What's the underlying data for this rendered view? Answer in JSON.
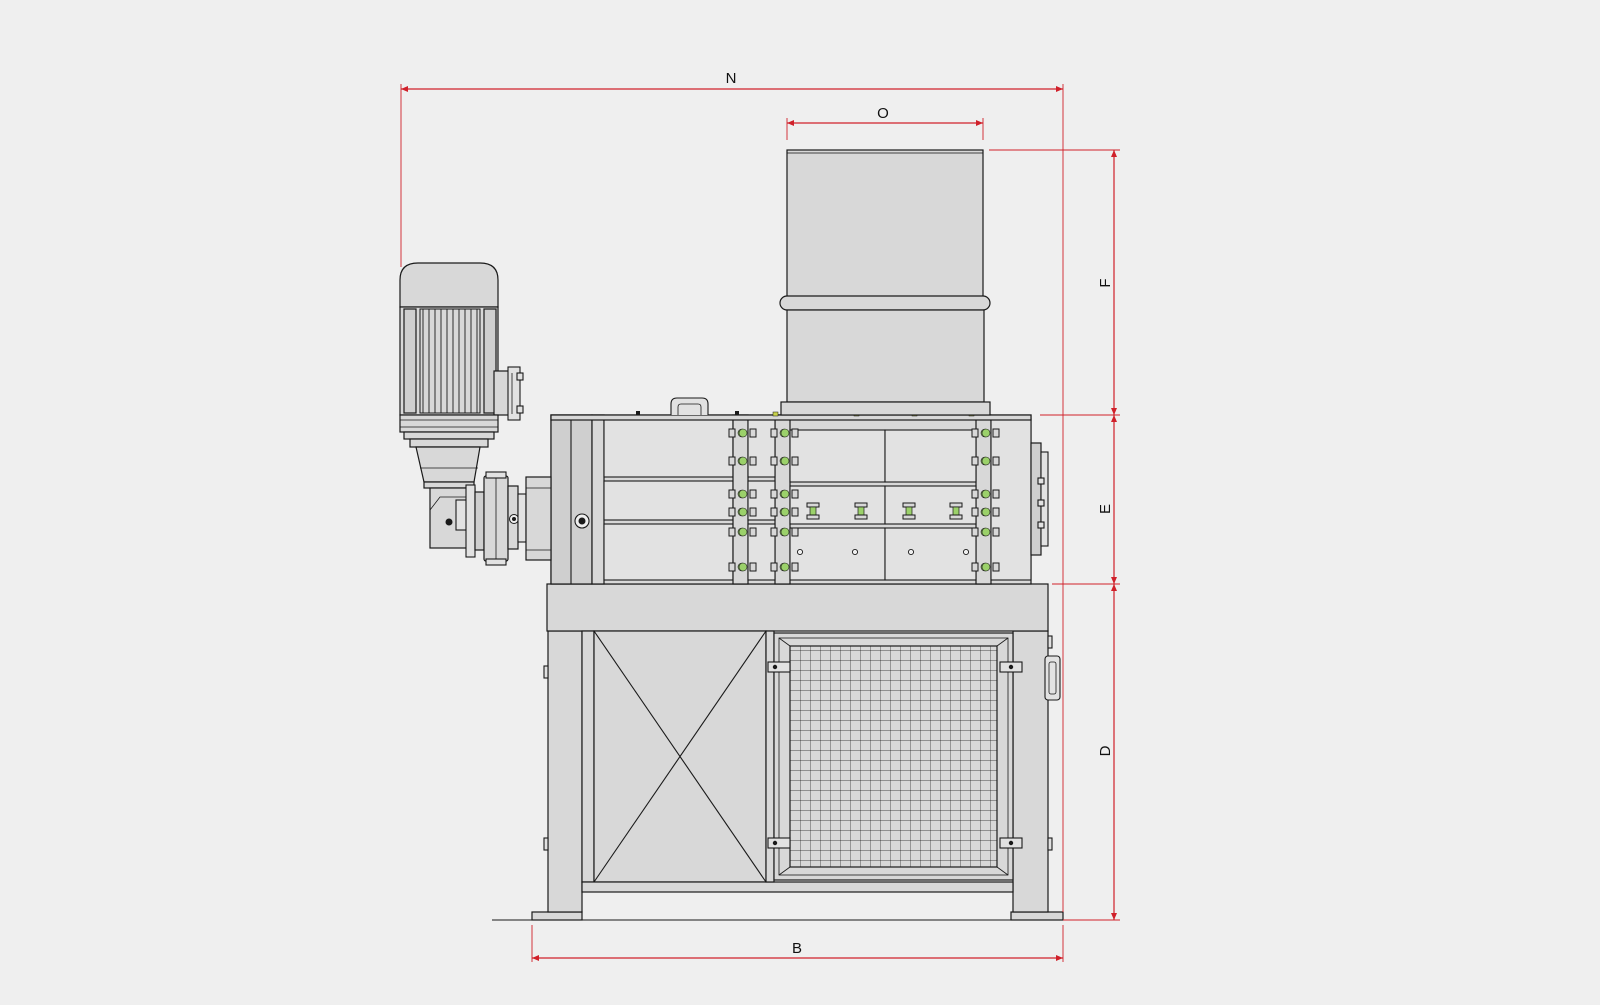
{
  "colors": {
    "background": "#efefef",
    "machine_fill": "#d8d8d8",
    "outline": "#1a1a1a",
    "dimension_line": "#d0202a",
    "bolt_accent": "#9bd16a"
  },
  "dimensions": {
    "N": "N",
    "O": "O",
    "F": "F",
    "E": "E",
    "D": "D",
    "B": "B"
  },
  "components": [
    "electric-motor",
    "gearbox",
    "hopper",
    "cutting-chamber",
    "base-frame",
    "mesh-door"
  ]
}
